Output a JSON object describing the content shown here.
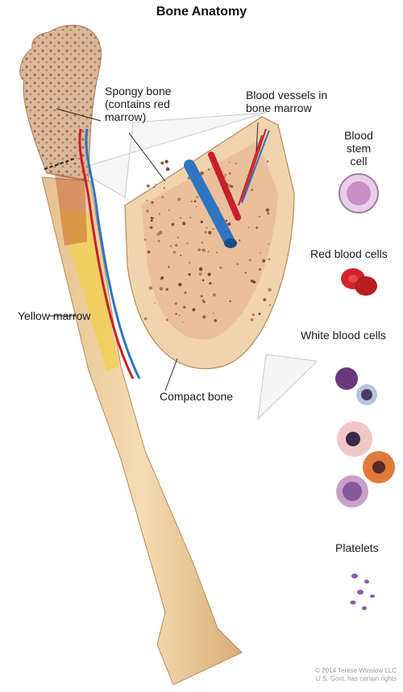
{
  "title": "Bone Anatomy",
  "labels": {
    "spongy_bone": "Spongy bone\n(contains red\nmarrow)",
    "blood_vessels": "Blood vessels in\nbone marrow",
    "yellow_marrow": "Yellow marrow",
    "compact_bone": "Compact bone",
    "blood_stem_cell": "Blood stem\ncell",
    "red_blood_cells": "Red blood cells",
    "white_blood_cells": "White blood cells",
    "platelets": "Platelets"
  },
  "credit": "© 2014 Terese Winslow LLC\nU.S. Govt. has certain rights",
  "colors": {
    "bone": "#efd3a6",
    "bone_shadow": "#d8b07a",
    "spongy": "#c99a7a",
    "artery": "#c8202a",
    "vein": "#2f74c0",
    "marrow_dots": "#7a2a1a",
    "stem_cell": "#c88ec8",
    "red_cell": "#d3242a",
    "wbc_purple": "#6a3a7a",
    "wbc_orange": "#e07a3a",
    "platelet": "#8a5aa8"
  }
}
